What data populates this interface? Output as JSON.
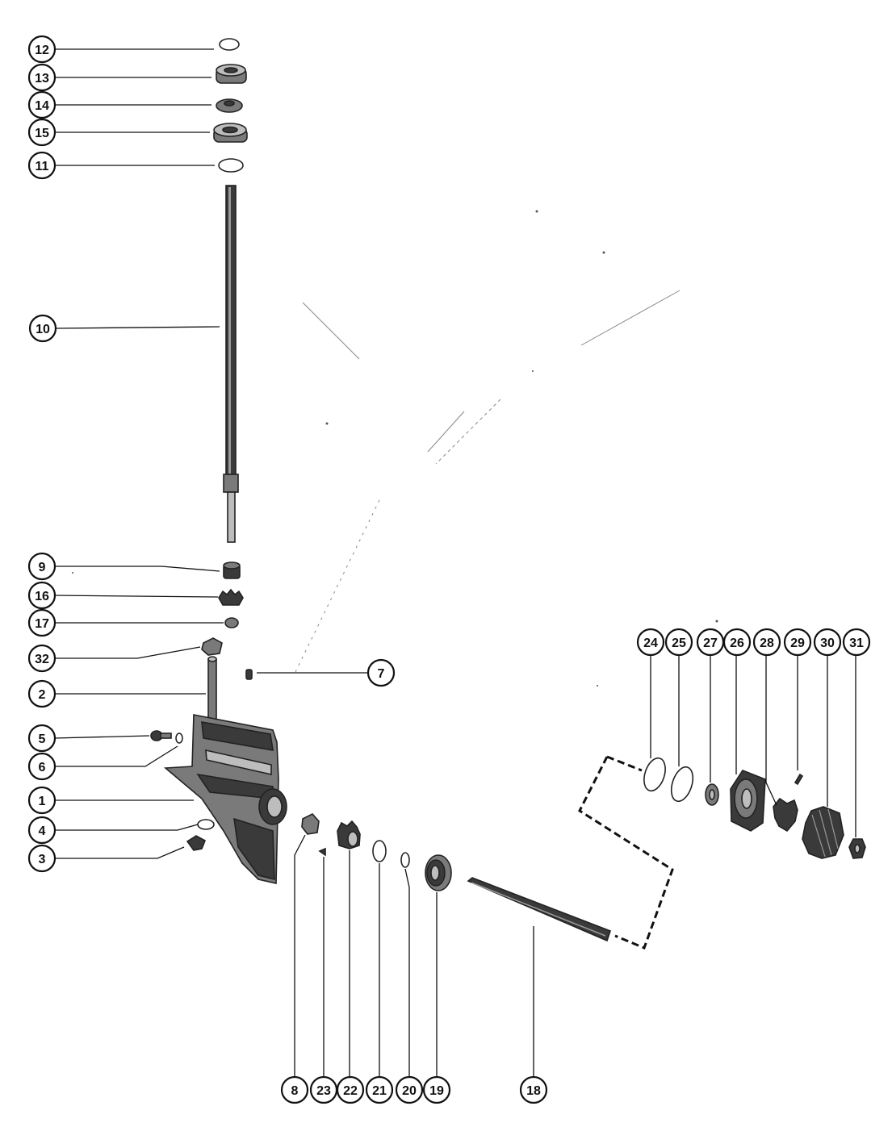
{
  "callouts": {
    "c1": "1",
    "c2": "2",
    "c3": "3",
    "c4": "4",
    "c5": "5",
    "c6": "6",
    "c7": "7",
    "c8": "8",
    "c9": "9",
    "c10": "10",
    "c11": "11",
    "c12": "12",
    "c13": "13",
    "c14": "14",
    "c15": "15",
    "c16": "16",
    "c17": "17",
    "c18": "18",
    "c19": "19",
    "c20": "20",
    "c21": "21",
    "c22": "22",
    "c23": "23",
    "c24": "24",
    "c25": "25",
    "c26": "26",
    "c27": "27",
    "c28": "28",
    "c29": "29",
    "c30": "30",
    "c31": "31",
    "c32": "32"
  },
  "colors": {
    "ink": "#111111",
    "shade_dark": "#3a3a3a",
    "shade_mid": "#7a7a7a",
    "paper": "#ffffff"
  }
}
